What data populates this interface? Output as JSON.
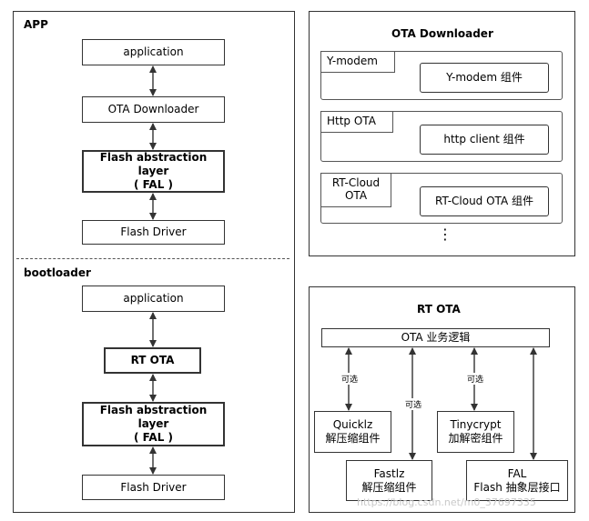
{
  "app_panel": {
    "title": "APP",
    "application": "application",
    "ota_downloader": "OTA Downloader",
    "fal_line1": "Flash abstraction layer",
    "fal_line2": "( FAL )",
    "flash_driver": "Flash Driver"
  },
  "bootloader_panel": {
    "title": "bootloader",
    "application": "application",
    "rt_ota": "RT OTA",
    "fal_line1": "Flash abstraction layer",
    "fal_line2": "( FAL )",
    "flash_driver": "Flash Driver"
  },
  "ota_downloader_panel": {
    "title": "OTA Downloader",
    "groups": [
      {
        "tag": "Y-modem",
        "component": "Y-modem 组件"
      },
      {
        "tag": "Http OTA",
        "component": "http client 组件"
      },
      {
        "tag_line1": "RT-Cloud",
        "tag_line2": "OTA",
        "component": "RT-Cloud OTA 组件"
      }
    ],
    "ellipsis": "⋮"
  },
  "rt_ota_panel": {
    "title": "RT OTA",
    "logic": "OTA 业务逻辑",
    "optional": "可选",
    "quicklz_line1": "Quicklz",
    "quicklz_line2": "解压缩组件",
    "fastlz_line1": "Fastlz",
    "fastlz_line2": "解压缩组件",
    "tinycrypt_line1": "Tinycrypt",
    "tinycrypt_line2": "加解密组件",
    "fal_line1": "FAL",
    "fal_line2": "Flash 抽象层接口"
  },
  "watermark": "https://blog.csdn.net/m0_37697335"
}
